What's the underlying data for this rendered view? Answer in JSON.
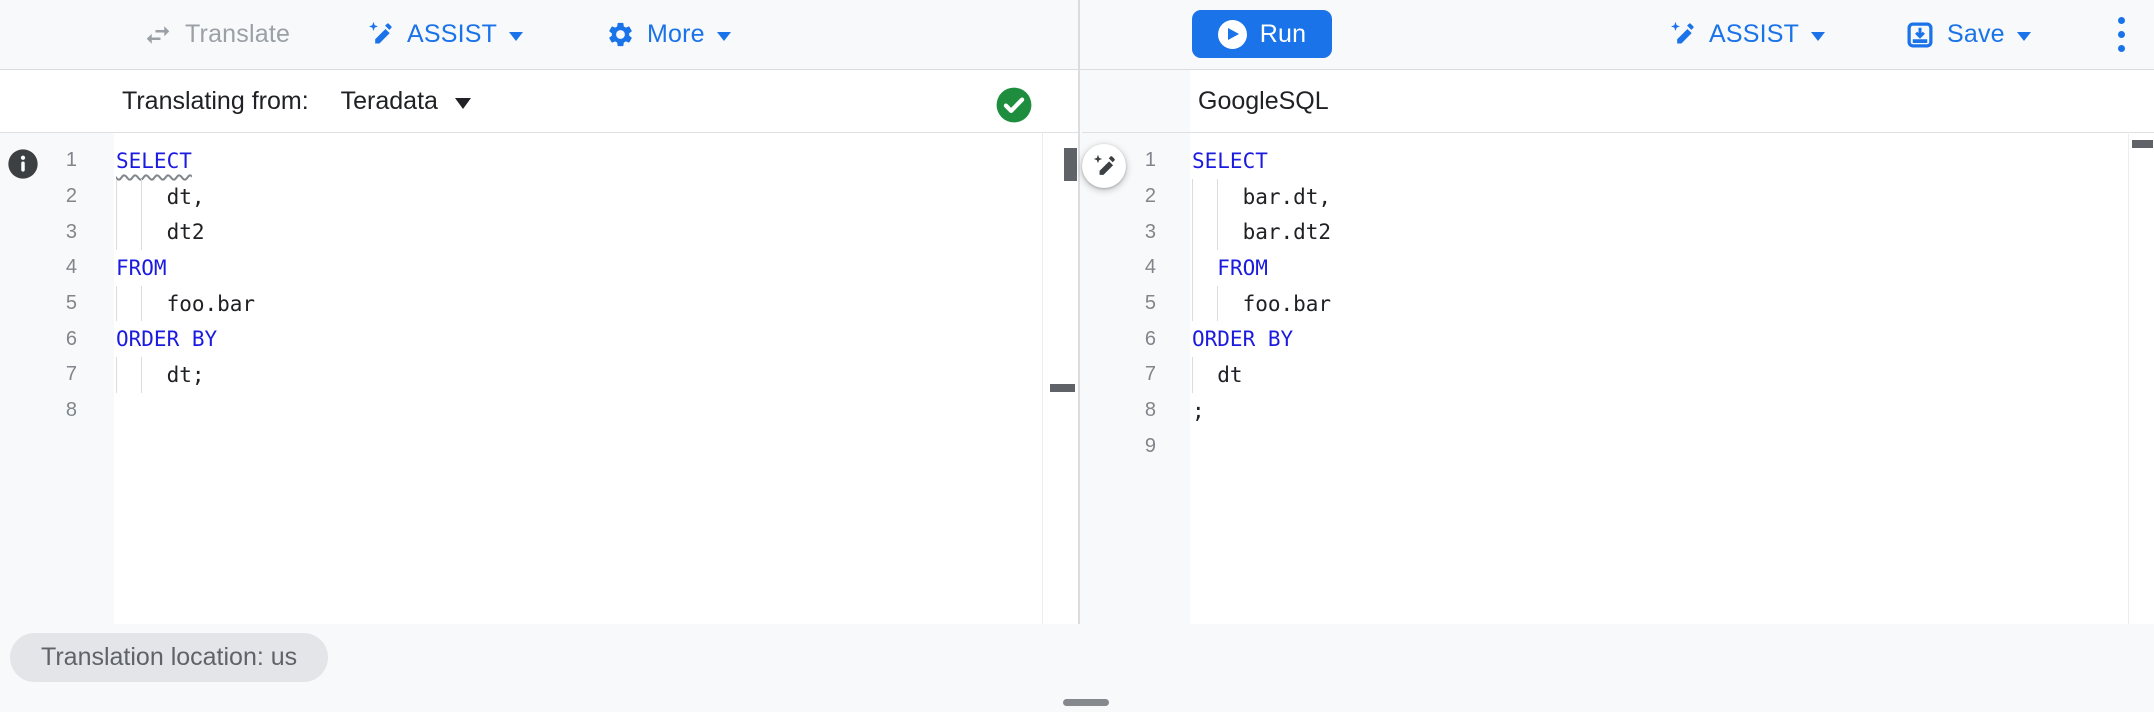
{
  "colors": {
    "accent_blue": "#1a73e8",
    "keyword_blue": "#1b1be0",
    "success_green": "#1e8e3e",
    "disabled_gray": "#9aa0a6",
    "toolbar_bg": "#f8f9fa"
  },
  "toolbar": {
    "translate": {
      "label": "Translate",
      "icon": "swap-arrows-icon",
      "disabled": true
    },
    "assist_left": {
      "label": "ASSIST",
      "icon": "magic-pencil-icon"
    },
    "more": {
      "label": "More",
      "icon": "gear-icon"
    },
    "run": {
      "label": "Run",
      "icon": "play-icon"
    },
    "assist_right": {
      "label": "ASSIST",
      "icon": "magic-pencil-icon"
    },
    "save": {
      "label": "Save",
      "icon": "save-icon"
    },
    "overflow": {
      "icon": "kebab-menu-icon"
    }
  },
  "source_pane": {
    "header": {
      "label": "Translating from:",
      "dialect": "Teradata",
      "status_icon": "success-check-icon"
    },
    "gutter_annotation": {
      "line": 1,
      "icon": "info-icon"
    },
    "lines": [
      {
        "num": 1,
        "guides": [],
        "tokens": [
          {
            "type": "keyword",
            "text": "SELECT",
            "decoration": "wavy-underline"
          }
        ]
      },
      {
        "num": 2,
        "guides": [
          0,
          2
        ],
        "tokens": [
          {
            "type": "plain",
            "text": "    dt,"
          }
        ]
      },
      {
        "num": 3,
        "guides": [
          0,
          2
        ],
        "tokens": [
          {
            "type": "plain",
            "text": "    dt2"
          }
        ]
      },
      {
        "num": 4,
        "guides": [],
        "tokens": [
          {
            "type": "keyword",
            "text": "FROM"
          }
        ]
      },
      {
        "num": 5,
        "guides": [
          0,
          2
        ],
        "tokens": [
          {
            "type": "plain",
            "text": "    foo.bar"
          }
        ]
      },
      {
        "num": 6,
        "guides": [],
        "tokens": [
          {
            "type": "keyword",
            "text": "ORDER BY"
          }
        ]
      },
      {
        "num": 7,
        "guides": [
          0,
          2
        ],
        "tokens": [
          {
            "type": "plain",
            "text": "    dt;"
          }
        ]
      },
      {
        "num": 8,
        "guides": [],
        "tokens": []
      }
    ]
  },
  "target_pane": {
    "header": {
      "label": "GoogleSQL"
    },
    "lines": [
      {
        "num": 1,
        "guides": [],
        "tokens": [
          {
            "type": "keyword",
            "text": "SELECT"
          }
        ]
      },
      {
        "num": 2,
        "guides": [
          0,
          2
        ],
        "tokens": [
          {
            "type": "plain",
            "text": "    bar.dt,"
          }
        ]
      },
      {
        "num": 3,
        "guides": [
          0,
          2
        ],
        "tokens": [
          {
            "type": "plain",
            "text": "    bar.dt2"
          }
        ]
      },
      {
        "num": 4,
        "guides": [
          0
        ],
        "tokens": [
          {
            "type": "plain",
            "text": "  "
          },
          {
            "type": "keyword",
            "text": "FROM"
          }
        ]
      },
      {
        "num": 5,
        "guides": [
          0,
          2
        ],
        "tokens": [
          {
            "type": "plain",
            "text": "    foo.bar"
          }
        ]
      },
      {
        "num": 6,
        "guides": [],
        "tokens": [
          {
            "type": "keyword",
            "text": "ORDER BY"
          }
        ]
      },
      {
        "num": 7,
        "guides": [
          0
        ],
        "tokens": [
          {
            "type": "plain",
            "text": "  dt"
          }
        ]
      },
      {
        "num": 8,
        "guides": [],
        "tokens": [
          {
            "type": "plain",
            "text": ";"
          }
        ]
      },
      {
        "num": 9,
        "guides": [],
        "tokens": []
      }
    ]
  },
  "middle": {
    "assist_button_icon": "magic-pencil-icon"
  },
  "footer": {
    "location_chip": "Translation location: us"
  }
}
